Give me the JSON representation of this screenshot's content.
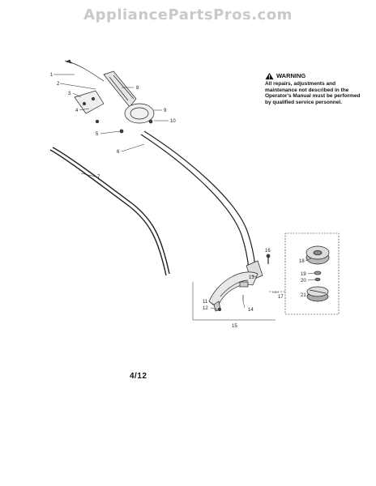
{
  "header": {
    "site_title": "AppliancePartsPros.com"
  },
  "warning": {
    "heading": "WARNING",
    "body": "All repairs, adjustments and maintenance not described in the Operator's Manual must be performed by qualified service personnel."
  },
  "page": {
    "number": "4/12"
  },
  "callouts": [
    "1",
    "2",
    "3",
    "4",
    "5",
    "6",
    "7",
    "8",
    "9",
    "10",
    "11",
    "12",
    "13",
    "14",
    "15",
    "16",
    "17",
    "18",
    "19",
    "20",
    "21"
  ]
}
